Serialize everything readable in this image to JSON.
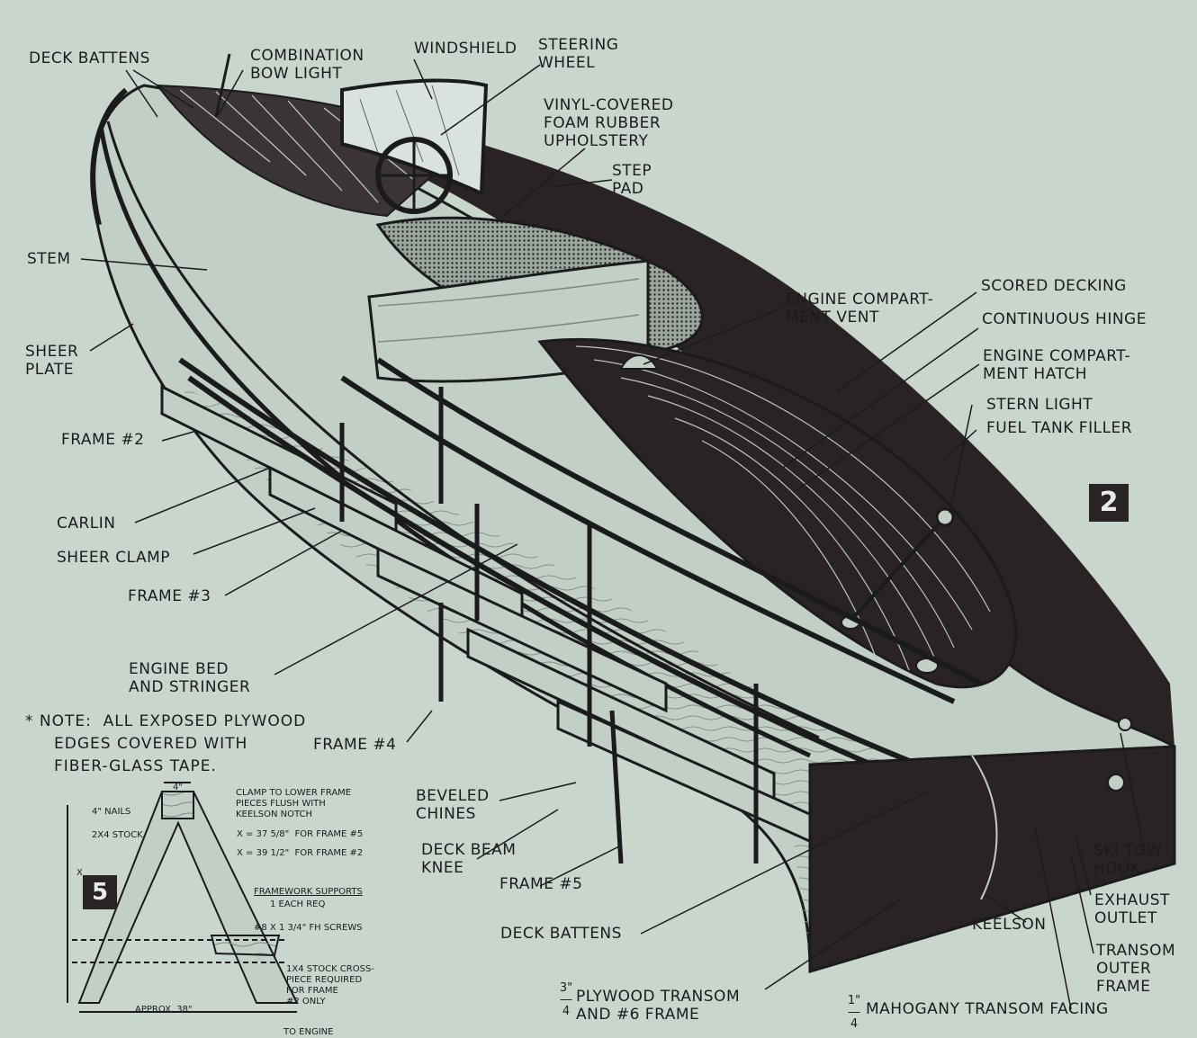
{
  "figure_number": "2",
  "detail_number": "5",
  "labels": {
    "deck_battens_top": "DECK BATTENS",
    "combination_bow_light": "COMBINATION\nBOW LIGHT",
    "windshield": "WINDSHIELD",
    "steering_wheel": "STEERING\nWHEEL",
    "vinyl_upholstery": "VINYL-COVERED\nFOAM RUBBER\nUPHOLSTERY",
    "step_pad": "STEP\nPAD",
    "stem": "STEM",
    "sheer_plate": "SHEER\nPLATE",
    "engine_compartment_vent": "ENGINE COMPART-\nMENT VENT",
    "scored_decking": "SCORED DECKING",
    "continuous_hinge": "CONTINUOUS HINGE",
    "engine_compartment_hatch": "ENGINE COMPART-\nMENT HATCH",
    "stern_light": "STERN LIGHT",
    "fuel_tank_filler": "FUEL TANK FILLER",
    "frame_2": "FRAME #2",
    "carlin": "CARLIN",
    "sheer_clamp": "SHEER CLAMP",
    "frame_3": "FRAME #3",
    "engine_bed": "ENGINE BED\nAND STRINGER",
    "frame_4": "FRAME #4",
    "beveled_chines": "BEVELED\nCHINES",
    "deck_beam_knee": "DECK BEAM\nKNEE",
    "frame_5": "FRAME #5",
    "deck_battens_bottom": "DECK BATTENS",
    "keelson": "KEELSON",
    "ski_tow_hook": "SKI TOW\nHOOK",
    "exhaust_outlet": "EXHAUST\nOUTLET",
    "transom_outer_frame": "TRANSOM\nOUTER\nFRAME",
    "plywood_transom": "PLYWOOD TRANSOM\nAND #6 FRAME",
    "plywood_fraction": "3\"/4",
    "mahogany_facing": "MAHOGANY TRANSOM FACING",
    "mahogany_fraction": "1\"/4"
  },
  "note": "* NOTE:  ALL EXPOSED PLYWOOD\n     EDGES COVERED WITH\n     FIBER-GLASS TAPE.",
  "detail": {
    "nails": "4\" NAILS",
    "width_top": "4\"",
    "clamp_note": "CLAMP TO LOWER FRAME\nPIECES FLUSH WITH\nKEELSON NOTCH",
    "stock": "2X4 STOCK",
    "x_label": "X",
    "x_frame5": "X = 37 5/8\"  FOR FRAME #5",
    "x_frame2": "X = 39 1/2\"  FOR FRAME #2",
    "supports_title": "FRAMEWORK SUPPORTS",
    "supports_req": "1 EACH REQ",
    "screws": "#8 X 1 3/4\" FH SCREWS",
    "crosspiece": "1X4 STOCK CROSS-\nPIECE REQUIRED\nFOR FRAME\n#2 ONLY",
    "approx": "APPROX. 38\"",
    "engine": "TO ENGINE"
  },
  "colors": {
    "paper": "#c9d6ce",
    "ink": "#1b1b1b",
    "hull_dark": "#2a2323",
    "wood": "#c2cfc6"
  }
}
